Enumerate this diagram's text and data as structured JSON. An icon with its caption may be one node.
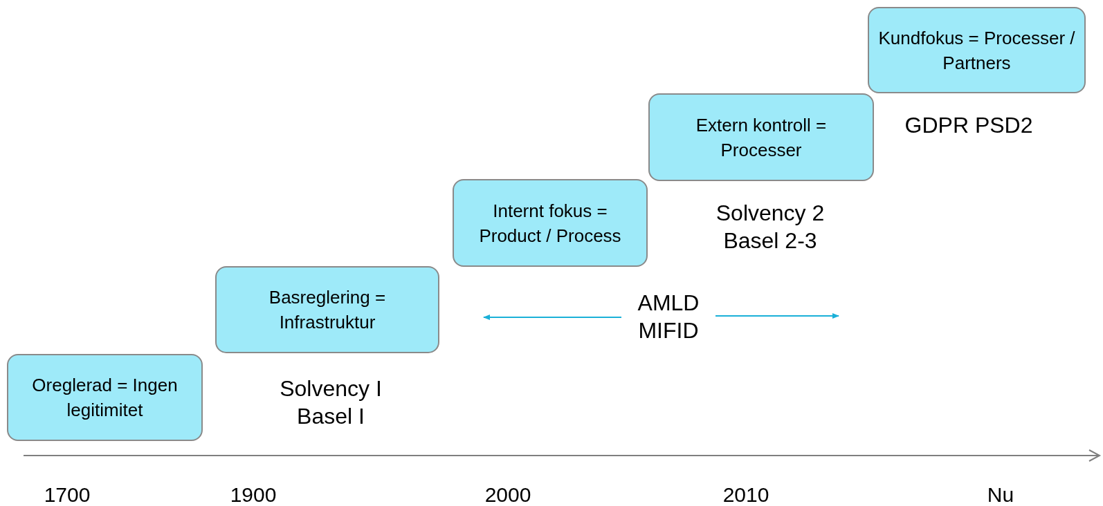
{
  "diagram": {
    "nodes": [
      {
        "text": [
          "Oreglerad = Ingen legitimitet"
        ]
      },
      {
        "text": [
          "Basreglering = Infrastruktur"
        ],
        "beside": [
          "Solvency I Basel I"
        ]
      },
      {
        "text": [
          "Internt fokus = Product / Process"
        ]
      },
      {
        "text": [
          "Extern kontroll = Processer"
        ],
        "beside": [
          "Solvency 2 Basel 2-3"
        ]
      },
      {
        "text": [
          "Kundfokus = Processer / Partners"
        ],
        "beside": [
          "GDPR PSD2"
        ]
      },
      {
        "text": [
          "AMLD MIFID"
        ]
      }
    ],
    "edges": [
      {
        "from": 5,
        "to": null,
        "arrow": "to",
        "color": "#1ab0d8"
      },
      {
        "from": 5,
        "to": null,
        "arrow": "to",
        "color": "#1ab0d8"
      }
    ],
    "labels": [
      "1700",
      "1900",
      "2000",
      "2010",
      "Nu"
    ]
  }
}
